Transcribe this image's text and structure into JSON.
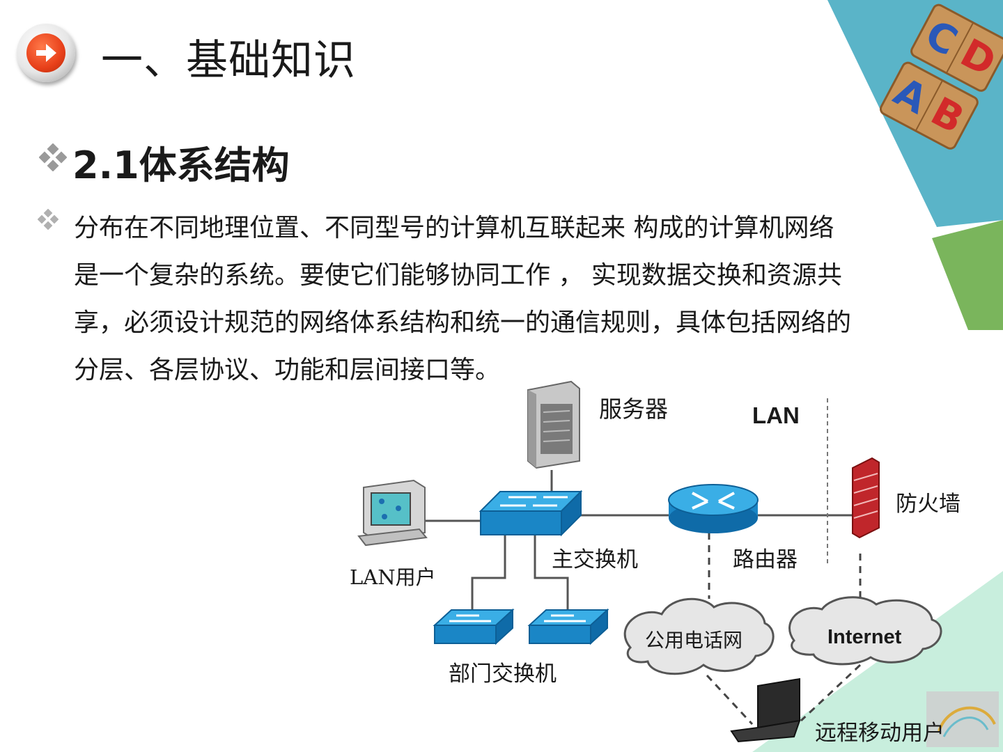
{
  "slide": {
    "title": "一、基础知识",
    "subtitle": "2.1体系结构",
    "paragraph_lines": [
      "分布在不同地理位置、不同型号的计算机互联起来 构成的计算机网络",
      "是一个复杂的系统。要使它们能够协同工作 ， 实现数据交换和资源共",
      "享，必须设计规范的网络体系结构和统一的通信规则，具体包括网络的",
      "分层、各层协议、功能和层间接口等。"
    ]
  },
  "diagram": {
    "labels": {
      "server": "服务器",
      "lan": "LAN",
      "firewall": "防火墙",
      "lan_user": "LAN用户",
      "main_switch": "主交换机",
      "router": "路由器",
      "dept_switch": "部门交换机",
      "pstn": "公用电话网",
      "internet": "Internet",
      "remote_user": "远程移动用户"
    }
  },
  "decor": {
    "blocks_letters": [
      "C",
      "D",
      "A",
      "B"
    ],
    "colors": {
      "teal": "#5ab4c8",
      "green": "#7ab55c",
      "mint": "#c8eedd",
      "switch_blue": "#1c8fd0",
      "arrow_red": "#e8401a",
      "firewall_red": "#c0262b"
    }
  }
}
